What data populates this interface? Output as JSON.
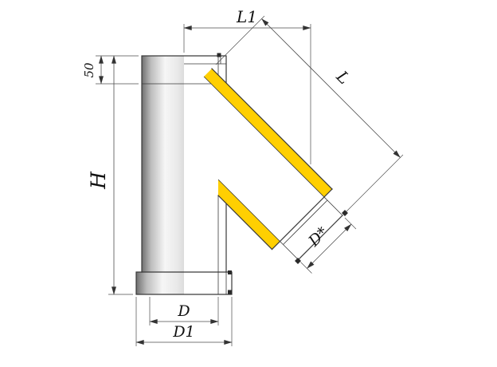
{
  "drawing": {
    "dimensions": {
      "l1": "L1",
      "l": "L",
      "h": "H",
      "collar": "50",
      "d_star": "D*",
      "d_inner": "D",
      "d_outer": "D1"
    },
    "colors": {
      "insulation": "#ffcf01",
      "outline": "#3a3a3a",
      "dimension": "#4d4d4d",
      "metal_dark": "#6f6f6f",
      "metal_light": "#f6f6f6",
      "background": "#ffffff"
    }
  }
}
